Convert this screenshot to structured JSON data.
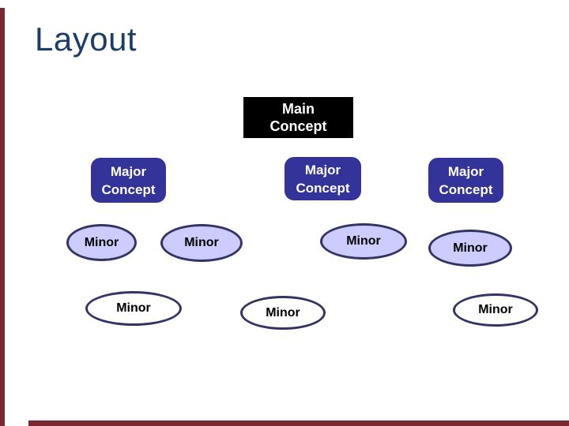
{
  "slide": {
    "title": "Layout",
    "colors": {
      "background": "#FFFFFF",
      "title_text": "#1C3D66",
      "accent_bar": "#7A2831",
      "main_box_bg": "#000000",
      "main_box_text": "#FFFFFF",
      "major_box_bg": "#333399",
      "major_box_text": "#FFFFFF",
      "minor_fill_shaded": "#CCCCFF",
      "minor_fill_plain": "#FFFFFF",
      "minor_border": "#333366",
      "minor_text": "#000000"
    },
    "diagram": {
      "main_node": {
        "label_line1": "Main",
        "label_line2": "Concept"
      },
      "major_nodes": [
        {
          "label_line1": "Major",
          "label_line2": "Concept"
        },
        {
          "label_line1": "Major",
          "label_line2": "Concept"
        },
        {
          "label_line1": "Major",
          "label_line2": "Concept"
        }
      ],
      "minor_nodes_shaded": [
        {
          "label": "Minor"
        },
        {
          "label": "Minor"
        },
        {
          "label": "Minor"
        },
        {
          "label": "Minor"
        }
      ],
      "minor_nodes_plain": [
        {
          "label": "Minor"
        },
        {
          "label": "Minor"
        },
        {
          "label": "Minor"
        }
      ]
    }
  }
}
